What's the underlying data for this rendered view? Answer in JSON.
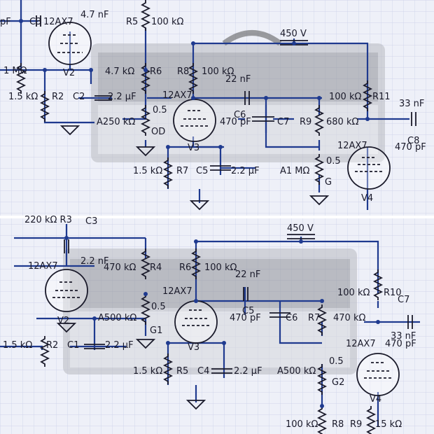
{
  "top": {
    "voltage": "450 V",
    "tubes": [
      "12AX7",
      "12AX7",
      "12AX7"
    ],
    "tube_ids": [
      "V2",
      "V3",
      "V4"
    ],
    "labels": {
      "c3": "C3",
      "c3val": "4.7 nF",
      "r5": "R5",
      "r5val": "100 kΩ",
      "r1val": "1 MΩ",
      "r6val": "4.7 kΩ",
      "r6": "R6",
      "r8": "R8",
      "r8val": "100 kΩ",
      "c6val": "22 nF",
      "r2val": "1.5 kΩ",
      "r2": "R2",
      "c2": "C2",
      "c2val": "2.2 µF",
      "pot": "A250 kΩ",
      "potval": "0.5",
      "od": "OD",
      "c6": "C6",
      "c6cap": "470 pF",
      "c7": "C7",
      "r9": "R9",
      "r9val": "680 kΩ",
      "r11val": "100 kΩ",
      "r11": "R11",
      "c8val": "33 nF",
      "c8": "C8",
      "c8cap": "470 pF",
      "r7val": "1.5 kΩ",
      "r7": "R7",
      "c5": "C5",
      "c5val": "2.2 µF",
      "pot2": "A1 MΩ",
      "pot2val": "0.5",
      "g": "G",
      "pf_left": "pF"
    }
  },
  "bottom": {
    "voltage": "450 V",
    "tubes": [
      "12AX7",
      "12AX7",
      "12AX7"
    ],
    "tube_ids": [
      "V2",
      "V3",
      "V4"
    ],
    "labels": {
      "r3cut": "220 kΩ  R3",
      "c3": "C3",
      "c3val": "2.2 nF",
      "r4val": "470 kΩ",
      "r4": "R4",
      "r6": "R6",
      "r6val": "100 kΩ",
      "c5val": "22 nF",
      "r10val": "100 kΩ",
      "r10": "R10",
      "c7": "C7",
      "pot": "A500 kΩ",
      "potval": "0.5",
      "g1": "G1",
      "c5": "C5",
      "c5cap": "470 pF",
      "c6": "C6",
      "r7": "R7",
      "r7val": "470 kΩ",
      "c7val": "33 nF",
      "c7cap": "470 pF",
      "r2val": "1.5 kΩ",
      "r2": "R2",
      "c1": "C1",
      "c1val": "2.2 µF",
      "r5val": "1.5 kΩ",
      "r5": "R5",
      "c4": "C4",
      "c4val": "2.2 µF",
      "pot2": "A500 kΩ",
      "pot2val": "0.5",
      "g2": "G2",
      "r8val": "100 kΩ",
      "r8": "R8",
      "r9": "R9",
      "r9val": "15 kΩ"
    }
  },
  "colors": {
    "wire": "#1f3a8f",
    "grid": "#c8cde6",
    "bg": "#eef0f8"
  }
}
